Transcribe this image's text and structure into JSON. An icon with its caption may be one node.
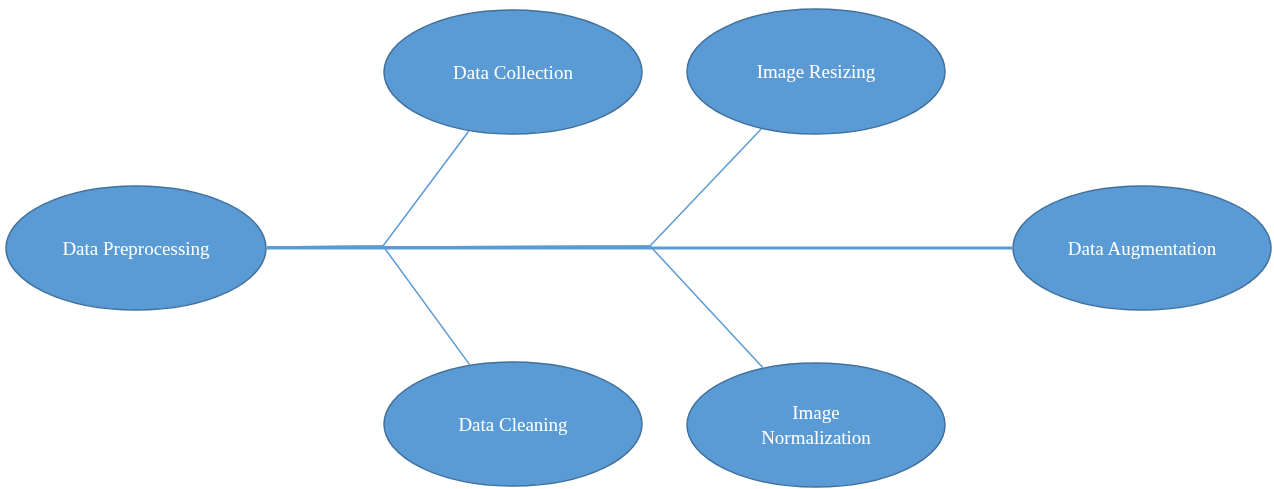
{
  "diagram": {
    "nodes": [
      {
        "text": [
          "Data Collection"
        ]
      },
      {
        "text": [
          "Image Resizing"
        ]
      },
      {
        "text": [
          "Data Preprocessing"
        ]
      },
      {
        "text": [
          "Data Augmentation"
        ]
      },
      {
        "text": [
          "Data Cleaning"
        ]
      },
      {
        "text": [
          "Image Normalization"
        ]
      }
    ],
    "edges": [
      {
        "from": 2,
        "to": 3,
        "arrow": "none"
      },
      {
        "from": 0,
        "to": 2,
        "arrow": "none"
      },
      {
        "from": 4,
        "to": 2,
        "arrow": "none"
      },
      {
        "from": 1,
        "to": 2,
        "arrow": "none"
      },
      {
        "from": 5,
        "to": 2,
        "arrow": "none"
      }
    ]
  }
}
